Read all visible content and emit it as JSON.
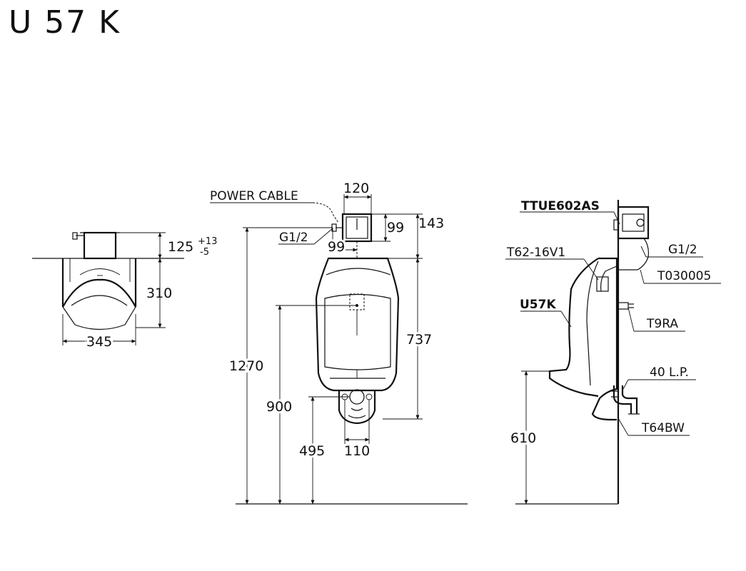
{
  "title": "U 57 K",
  "top_view": {
    "dim_height_top": "125",
    "dim_tol_plus": "+13",
    "dim_tol_minus": "-5",
    "dim_height": "310",
    "dim_width": "345"
  },
  "front_view": {
    "label_power_cable": "POWER CABLE",
    "label_inlet": "G1/2",
    "dim_sensor_width": "120",
    "dim_sensor_height": "99",
    "dim_sensor_total": "143",
    "dim_inlet_offset": "99",
    "dim_body_height": "737",
    "dim_total_height": "1270",
    "dim_inlet_height": "900",
    "dim_outlet_height": "495",
    "dim_outlet_width": "110"
  },
  "side_view": {
    "part_sensor": "TTUE602AS",
    "part_spreader": "T62-16V1",
    "part_urinal": "U57K",
    "label_inlet": "G1/2",
    "part_hose": "T030005",
    "part_hanger": "T9RA",
    "label_trap": "40 L.P.",
    "part_trap": "T64BW",
    "dim_rim_height": "610"
  }
}
